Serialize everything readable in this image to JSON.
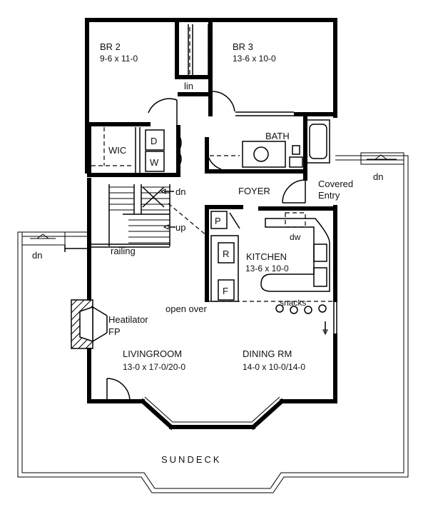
{
  "rooms": {
    "br2": {
      "name": "BR 2",
      "size": "9-6 x 11-0"
    },
    "br3": {
      "name": "BR 3",
      "size": "13-6 x 10-0"
    },
    "lin": "lin",
    "wic": "WIC",
    "washer_dryer": {
      "dryer": "D",
      "washer": "W"
    },
    "bath": "BATH",
    "foyer": "FOYER",
    "covered_entry": {
      "line1": "Covered",
      "line2": "Entry"
    },
    "kitchen": {
      "name": "KITCHEN",
      "size": "13-6 x 10-0"
    },
    "appliances": {
      "pantry": "P",
      "range": "R",
      "fridge": "F",
      "dishwasher": "dw"
    },
    "heatilator": {
      "line1": "Heatilator",
      "line2": "FP"
    },
    "open_over": "open over",
    "snacks": "snacks",
    "railing": "railing",
    "livingroom": {
      "name": "LIVINGROOM",
      "size": "13-0 x 17-0/20-0"
    },
    "dining": {
      "name": "DINING RM",
      "size": "14-0 x 10-0/14-0"
    },
    "sundeck": "SUNDECK"
  },
  "stairs": {
    "down": "dn",
    "up": "up"
  },
  "deck_steps": {
    "left": "dn",
    "right": "dn"
  }
}
